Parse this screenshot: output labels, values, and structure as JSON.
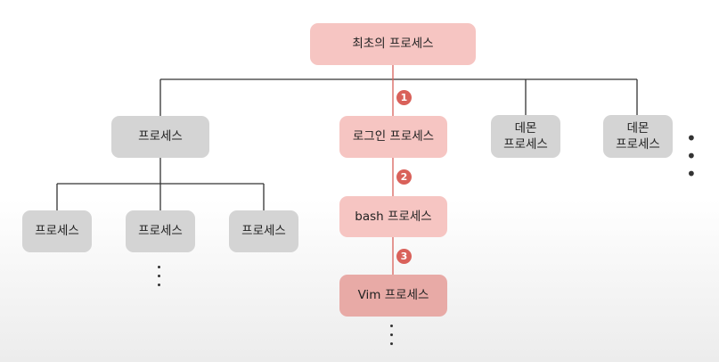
{
  "nodes": {
    "root": "최초의 프로세스",
    "process_left": "프로세스",
    "login": "로그인 프로세스",
    "daemon1": "데몬\n프로세스",
    "daemon2": "데몬\n프로세스",
    "child1": "프로세스",
    "child2": "프로세스",
    "child3": "프로세스",
    "bash": "bash 프로세스",
    "vim": "Vim 프로세스"
  },
  "badges": [
    "1",
    "2",
    "3"
  ],
  "ellipsis": "• • •"
}
